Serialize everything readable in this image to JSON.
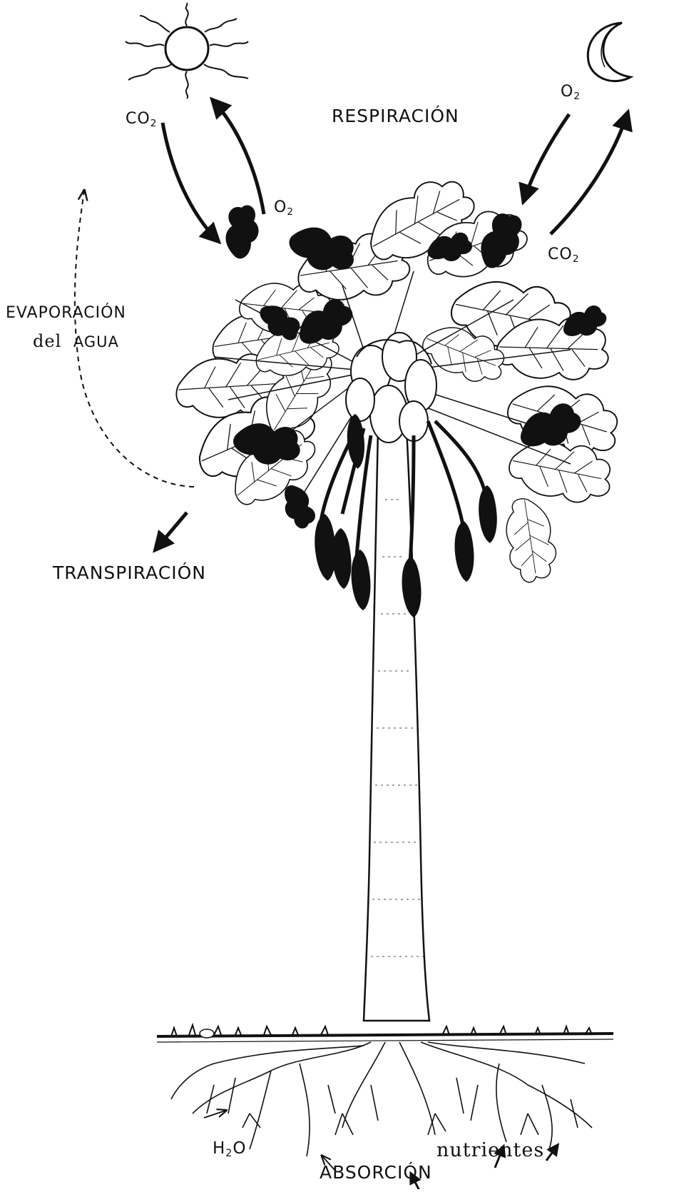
{
  "labels": {
    "respiration": "RESPIRACIÓN",
    "evaporation_line1": "EVAPORACIÓN",
    "evaporation_line2_a": "del",
    "evaporation_line2_b": "AGUA",
    "transpiration": "TRANSPIRACIÓN",
    "absorption": "ABSORCIÓN",
    "nutrients": "nutrientes",
    "co2_base": "CO",
    "o2_base": "O",
    "h2o_h": "H",
    "h2o_o": "O",
    "subscript_2": "2"
  },
  "icons": {
    "sun": "sun-icon",
    "moon": "crescent-moon-icon"
  },
  "colors": {
    "ink": "#111111",
    "paper": "#ffffff"
  }
}
